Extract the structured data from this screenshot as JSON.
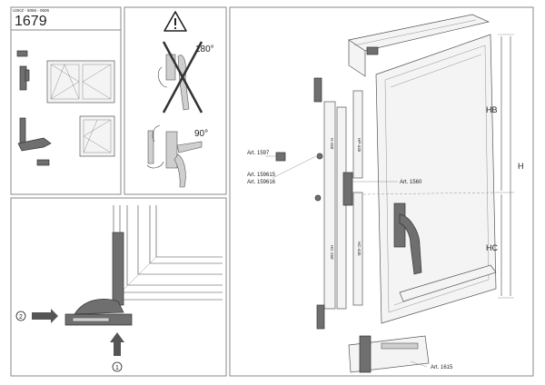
{
  "header": {
    "code_line": "USKZ - 6056 - 0606",
    "model_number": "1679"
  },
  "warning": {
    "rotation_forbidden": "180°",
    "rotation_allowed": "90°"
  },
  "install_steps": {
    "step_1": "1",
    "step_2": "2"
  },
  "labels": {
    "art_1597": "Art. 1597",
    "art_159615": "Art. 159615",
    "art_159616": "Art. 159616",
    "art_1560": "Art. 1560",
    "art_1615": "Art. 1615",
    "rod_upper_left": "H-150",
    "rod_upper_right": "HP-445",
    "rod_lower_left": "HC-150",
    "rod_lower_right": "HC-445"
  },
  "dimensions": {
    "hb": "HB",
    "h": "H",
    "hc": "HC"
  }
}
